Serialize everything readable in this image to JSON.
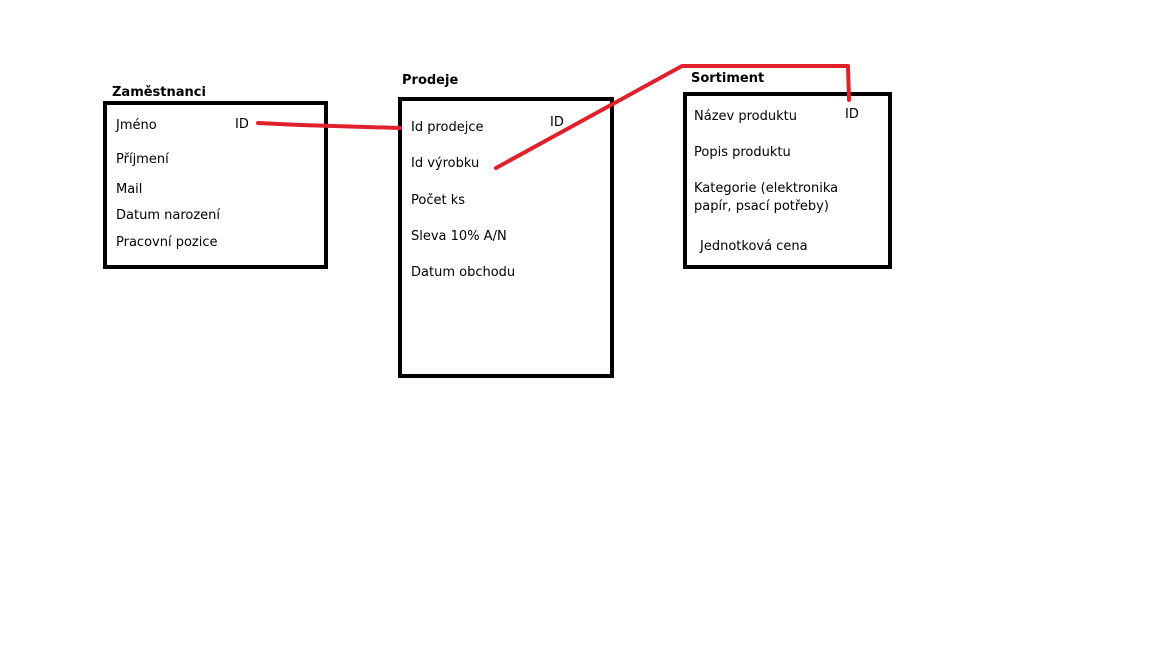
{
  "diagram": {
    "connector_color": "#e0202a",
    "employees": {
      "title": "Zaměstnanci",
      "fields": [
        "Jméno",
        "ID",
        "Příjmení",
        "Mail",
        "Datum narození",
        "Pracovní pozice"
      ]
    },
    "sales": {
      "title": "Prodeje",
      "fields": [
        "Id prodejce",
        "ID",
        "Id výrobku",
        "Počet ks",
        "Sleva 10% A/N",
        "Datum obchodu"
      ]
    },
    "products": {
      "title": "Sortiment",
      "fields": [
        "Název produktu",
        "ID",
        "Popis produktu",
        "Kategorie (elektronika papír, psací potřeby)",
        "Jednotková cena"
      ]
    },
    "relations": [
      {
        "from": "Zaměstnanci.ID",
        "to": "Prodeje.Id prodejce"
      },
      {
        "from": "Prodeje.Id výrobku",
        "to": "Sortiment.ID"
      }
    ]
  }
}
